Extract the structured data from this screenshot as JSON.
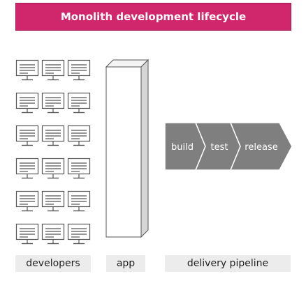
{
  "title": "Monolith development lifecycle",
  "colors": {
    "banner": "#d0266b",
    "banner_border": "#a8174f",
    "chevron": "#7f7f7f",
    "monitor_stroke": "#555555",
    "caption_bg": "#ececec"
  },
  "monitor_icon": "desktop-monitor-icon",
  "developer_count": 18,
  "pipeline": {
    "stages": [
      {
        "label": "build"
      },
      {
        "label": "test"
      },
      {
        "label": "release"
      }
    ]
  },
  "captions": {
    "developers": "developers",
    "app": "app",
    "pipeline": "delivery pipeline"
  }
}
